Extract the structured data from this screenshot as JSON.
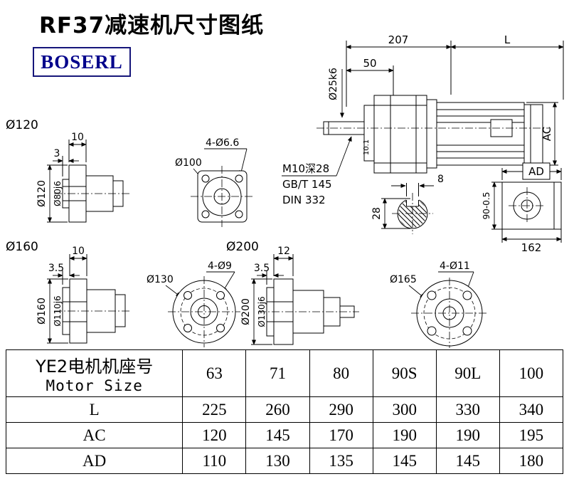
{
  "page": {
    "title": "RF37减速机尺寸图纸",
    "logo_text": "BOSERL"
  },
  "main_view": {
    "dim_207": "207",
    "dim_L": "L",
    "dim_50": "50",
    "dim_shaft_dia": "Ø25k6",
    "dim_10_1": "10.1",
    "dim_AC": "AC",
    "note_thread": "M10深28",
    "note_gb": "GB/T 145",
    "note_din": "DIN 332"
  },
  "key_section_view": {
    "dim_key_width": "8",
    "dim_key_height": "28"
  },
  "side_view": {
    "dim_AD": "AD",
    "dim_162": "162",
    "dim_90": "90-0.5"
  },
  "flange120_view": {
    "label": "Ø120",
    "dim_10": "10",
    "dim_3": "3",
    "dim_od": "Ø120",
    "dim_spigot": "Ø80j6"
  },
  "square_flange_view": {
    "dim_holes": "4-Ø6.6",
    "dim_od": "Ø100"
  },
  "flange160_view": {
    "label": "Ø160",
    "dim_10": "10",
    "dim_35": "3.5",
    "dim_od": "Ø160",
    "dim_spigot": "Ø110j6"
  },
  "round130_view": {
    "dim_od": "Ø130",
    "dim_holes": "4-Ø9"
  },
  "flange200_view": {
    "label": "Ø200",
    "dim_12": "12",
    "dim_35": "3.5",
    "dim_od": "Ø200",
    "dim_spigot": "Ø130j6"
  },
  "round165_view": {
    "dim_od": "Ø165",
    "dim_holes": "4-Ø11"
  },
  "size_table": {
    "header_cn": "YE2电机机座号",
    "header_en": "Motor Size",
    "sizes": [
      "63",
      "71",
      "80",
      "90S",
      "90L",
      "100"
    ],
    "rows": [
      {
        "label": "L",
        "values": [
          "225",
          "260",
          "290",
          "300",
          "330",
          "340"
        ]
      },
      {
        "label": "AC",
        "values": [
          "120",
          "145",
          "170",
          "190",
          "190",
          "195"
        ]
      },
      {
        "label": "AD",
        "values": [
          "110",
          "130",
          "135",
          "145",
          "145",
          "180"
        ]
      }
    ]
  }
}
